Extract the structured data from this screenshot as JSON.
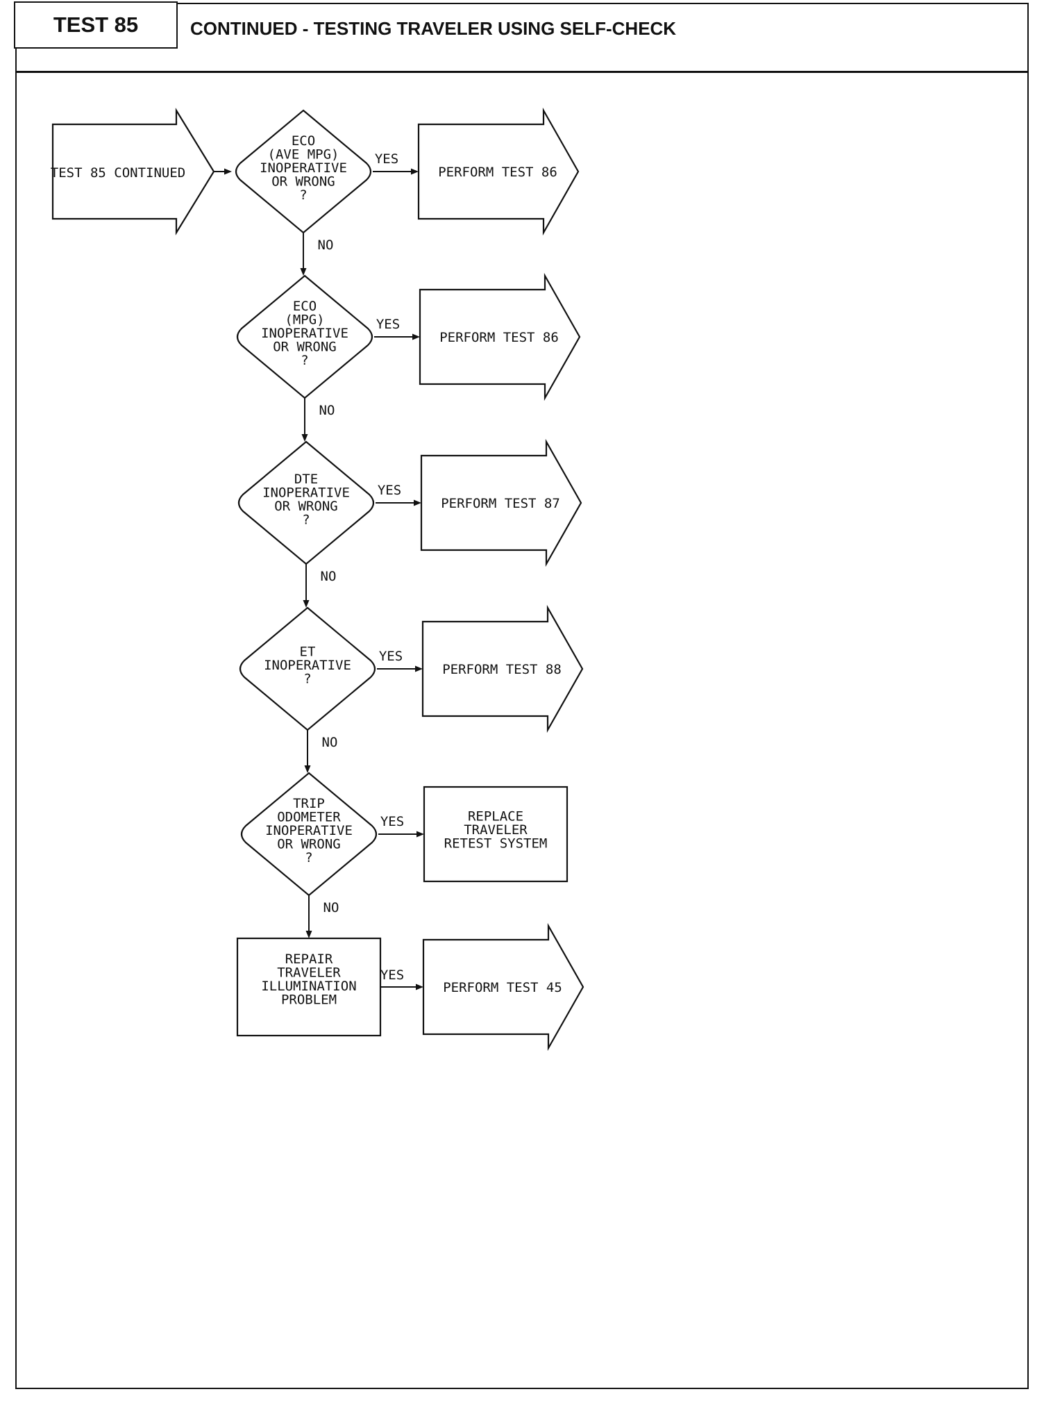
{
  "header": {
    "test_number": "TEST 85",
    "title": "CONTINUED - TESTING TRAVELER USING SELF-CHECK"
  },
  "flow": {
    "start": "TEST 85 CONTINUED",
    "yes_label": "YES",
    "no_label": "NO",
    "decisions": [
      {
        "lines": [
          "ECO",
          "(AVE MPG)",
          "INOPERATIVE",
          "OR WRONG",
          "?"
        ],
        "yes_result": "PERFORM TEST 86"
      },
      {
        "lines": [
          "ECO",
          "(MPG)",
          "INOPERATIVE",
          "OR WRONG",
          "?"
        ],
        "yes_result": "PERFORM TEST 86"
      },
      {
        "lines": [
          "DTE",
          "INOPERATIVE",
          "OR WRONG",
          "?"
        ],
        "yes_result": "PERFORM TEST 87"
      },
      {
        "lines": [
          "ET",
          "INOPERATIVE",
          "?"
        ],
        "yes_result": "PERFORM TEST 88"
      },
      {
        "lines": [
          "TRIP",
          "ODOMETER",
          "INOPERATIVE",
          "OR WRONG",
          "?"
        ],
        "yes_result": "REPLACE TRAVELER RETEST SYSTEM"
      }
    ],
    "final_action": {
      "lines": [
        "REPAIR",
        "TRAVELER",
        "ILLUMINATION",
        "PROBLEM"
      ],
      "yes_result": "PERFORM TEST 45"
    },
    "replace_lines": [
      "REPLACE",
      "TRAVELER",
      "RETEST SYSTEM"
    ]
  }
}
